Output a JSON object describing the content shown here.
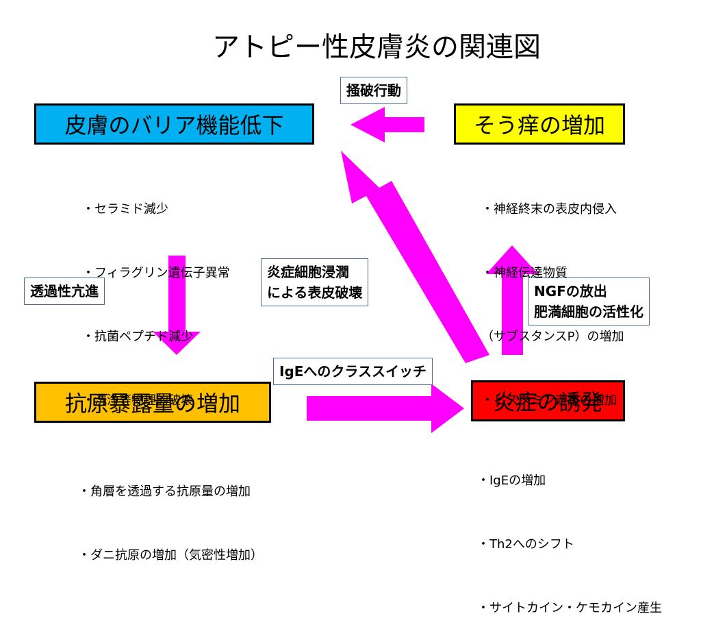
{
  "title": "アトピー性皮膚炎の関連図",
  "colors": {
    "arrow": "#ff00ff",
    "barrier": "#00b0f0",
    "itch": "#ffff00",
    "antigen": "#ffc000",
    "inflammation": "#ff0000"
  },
  "nodes": {
    "barrier": "皮膚のバリア機能低下",
    "itch": "そう痒の増加",
    "antigen": "抗原暴露量の増加",
    "inflammation": "炎症の誘発"
  },
  "edge_labels": {
    "scratch": "掻破行動",
    "permeability": "透過性亢進",
    "destruction_1": "炎症細胞浸潤",
    "destruction_2": "による表皮破壊",
    "ngf_1": "NGFの放出",
    "ngf_2": "肥満細胞の活性化",
    "ige_switch": "IgEへのクラススイッチ"
  },
  "lists": {
    "barrier": [
      "・セラミド減少",
      "・フィラグリン遺伝子異常",
      "・抗菌ペプチド減少",
      "・洗浄等物理的破壊"
    ],
    "itch": [
      "・神経終末の表皮内侵入",
      "・神経伝達物質",
      "（サブスタンスP）の増加",
      "・ヒスタミン遊離の増加"
    ],
    "antigen": [
      "・角層を透過する抗原量の増加",
      "・ダニ抗原の増加（気密性増加）"
    ],
    "inflammation": [
      "・IgEの増加",
      "・Th2へのシフト",
      "・サイトカイン・ケモカイン産生"
    ]
  }
}
